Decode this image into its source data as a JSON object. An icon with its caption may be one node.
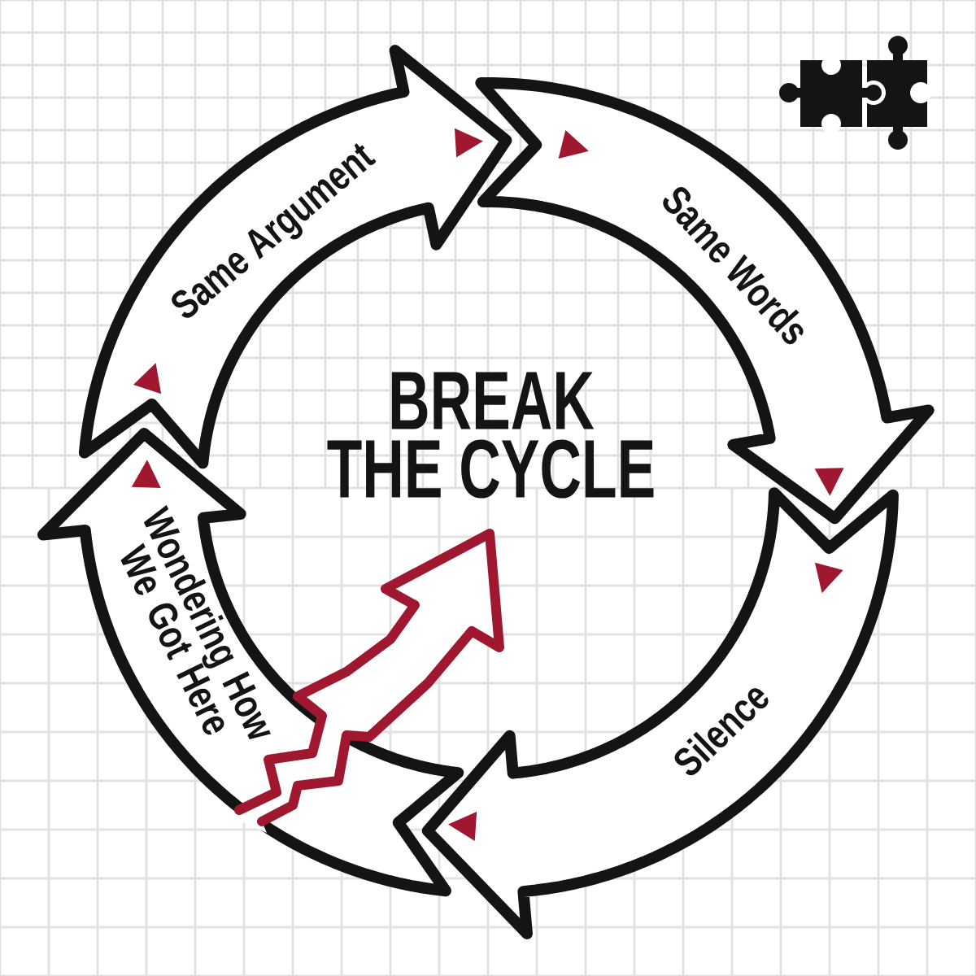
{
  "diagram": {
    "title": "BREAK THE CYCLE",
    "nodes": [
      {
        "text": [
          "Same Argument"
        ]
      },
      {
        "text": [
          "Same Words"
        ]
      },
      {
        "text": [
          "Silence"
        ]
      },
      {
        "text": [
          "Wondering How We Got Here"
        ]
      }
    ]
  }
}
